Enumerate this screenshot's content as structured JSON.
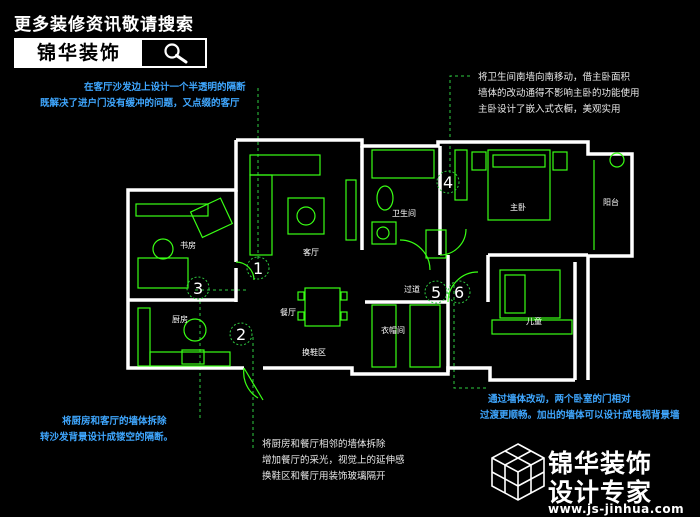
{
  "header": {
    "title": "更多装修资讯敬请搜索"
  },
  "search": {
    "brand": "锦华装饰"
  },
  "notes": {
    "top_left": [
      "在客厅沙发边上设计一个半透明的隔断",
      "既解决了进户门没有缓冲的问题，又点缀的客厅"
    ],
    "top_right": [
      "将卫生间南墙向南移动，借主卧面积",
      "墙体的改动通得不影响主卧的功能使用",
      "主卧设计了嵌入式衣橱，美观实用"
    ],
    "bottom_left": [
      "将厨房和客厅的墙体拆除",
      "转沙发背景设计成镂空的隔断。"
    ],
    "bottom_mid": [
      "将厨房和餐厅相邻的墙体拆除",
      "增加餐厅的采光，视觉上的延伸感",
      "换鞋区和餐厅用装饰玻璃隔开"
    ],
    "bottom_right": [
      "通过墙体改动，两个卧室的门相对",
      "过渡更顺畅。加出的墙体可以设计成电视背景墙"
    ]
  },
  "rooms": {
    "study": "书房",
    "living": "客厅",
    "bath": "卫生间",
    "master": "主卧",
    "balcony": "阳台",
    "kitchen": "厨房",
    "dining": "餐厅",
    "hall": "过道",
    "shoe": "换鞋区",
    "wardrobe": "衣帽间",
    "child": "儿童"
  },
  "markers": [
    "1",
    "2",
    "3",
    "4",
    "5",
    "6"
  ],
  "logo": {
    "line1": "锦华装饰",
    "line2": "设计专家",
    "url": "www.js-jinhua.com"
  },
  "colors": {
    "wall": "#ffffff",
    "furniture": "#39ff14",
    "callout": "#3fa7ff",
    "dash": "#2ecc40"
  }
}
